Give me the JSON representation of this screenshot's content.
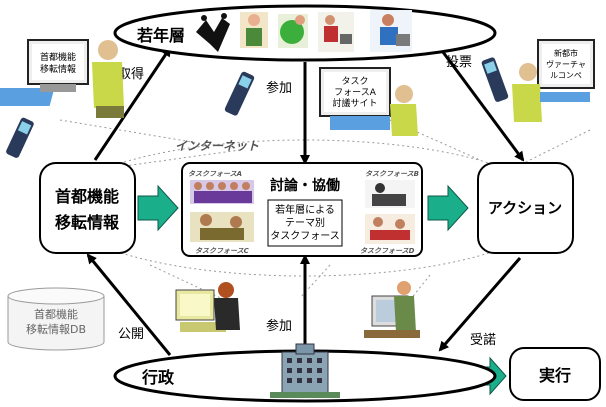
{
  "nodes": {
    "youth": "若年層",
    "capital_info_line1": "首都機能",
    "capital_info_line2": "移転情報",
    "discussion_title": "討論・協働",
    "discussion_sub_line1": "若年層による",
    "discussion_sub_line2": "テーマ別",
    "discussion_sub_line3": "タスクフォース",
    "action": "アクション",
    "gov": "行政",
    "exec": "実行",
    "db_line1": "首都機能",
    "db_line2": "移転情報DB"
  },
  "edges": {
    "acquire": "取得",
    "participate_top": "参加",
    "vote": "投票",
    "publish": "公開",
    "participate_bottom": "参加",
    "accept": "受諾"
  },
  "labels": {
    "internet": "インターネット",
    "task_a": "タスクフォースA",
    "task_b": "タスクフォースB",
    "task_c": "タスクフォースC",
    "task_d": "タスクフォースD",
    "screen_left_line1": "首都機能",
    "screen_left_line2": "移転情報",
    "screen_mid_line1": "タスク",
    "screen_mid_line2": "フォースA",
    "screen_mid_line3": "討議サイト",
    "screen_right_line1": "新都市",
    "screen_right_line2": "ヴァーチャ",
    "screen_right_line3": "ルコンペ"
  },
  "colors": {
    "arrow_green": "#1aae8a",
    "line": "#000000",
    "dotted": "#9a9a9a"
  }
}
